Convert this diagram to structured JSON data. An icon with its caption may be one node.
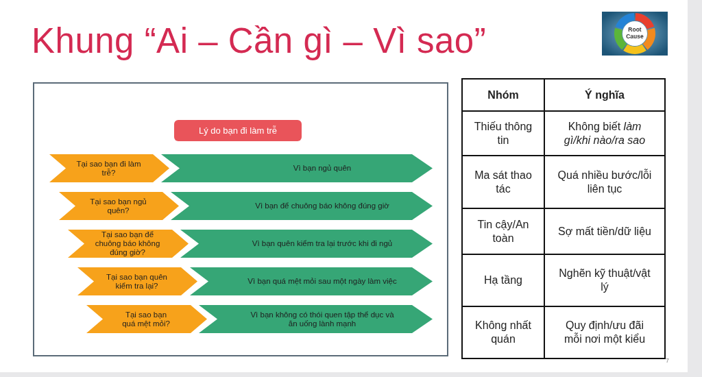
{
  "diagram": {
    "title": "Khung “Ai – Cần gì – Vì sao”",
    "nodes": [
      {
        "text": [
          "Lý do bạn đi làm trễ"
        ]
      },
      {
        "text": [
          "Tại sao bạn đi làm trễ?"
        ]
      },
      {
        "text": [
          "Vì bạn ngủ quên"
        ]
      },
      {
        "text": [
          "Tại sao bạn ngủ quên?"
        ]
      },
      {
        "text": [
          "Vì bạn để chuông báo không đúng giờ"
        ]
      },
      {
        "text": [
          "Tại sao bạn để chuông báo không đúng giờ?"
        ]
      },
      {
        "text": [
          "Vì bạn quên kiểm tra lại trước khi đi ngủ"
        ]
      },
      {
        "text": [
          "Tại sao bạn quên kiểm tra lại?"
        ]
      },
      {
        "text": [
          "Vì bạn quá mệt mỏi sau một ngày làm việc"
        ]
      },
      {
        "text": [
          "Tại sao bạn quá mệt mỏi?"
        ]
      },
      {
        "text": [
          "Vì bạn không có thói quen tập thể dục và ăn uống lành mạnh"
        ]
      }
    ],
    "labels": [
      "Root Cause",
      "Nhóm",
      "Ý nghĩa",
      "Thiếu thông tin",
      "Không biết *làm gì/khi nào/ra sao*",
      "Ma sát thao tác",
      "Quá nhiều bước/lỗi liên tục",
      "Tin cậy/An toàn",
      "Sợ mất tiền/dữ liệu",
      "Hạ tầng",
      "Nghẽn kỹ thuật/vật lý",
      "Không nhất quán",
      "Quy định/ưu đãi mỗi nơi một kiểu",
      "7"
    ]
  }
}
